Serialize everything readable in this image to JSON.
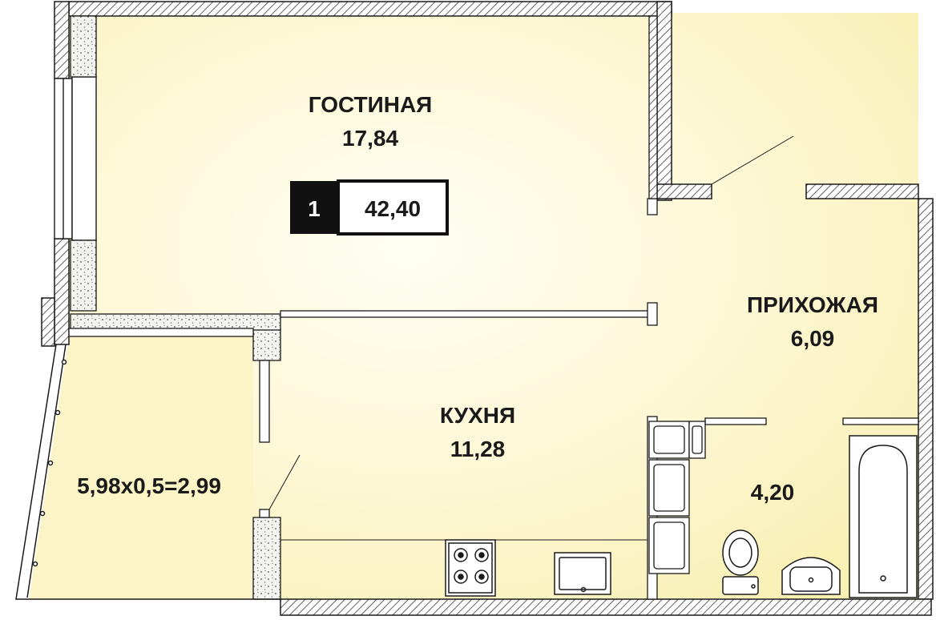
{
  "rooms": {
    "living": {
      "name": "ГОСТИНАЯ",
      "area": "17,84"
    },
    "hall": {
      "name": "ПРИХОЖАЯ",
      "area": "6,09"
    },
    "kitchen": {
      "name": "КУХНЯ",
      "area": "11,28"
    },
    "balcony": {
      "area": "5,98х0,5=2,99"
    },
    "bathroom": {
      "area": "4,20"
    }
  },
  "badge": {
    "rooms": "1",
    "total_area": "42,40"
  },
  "colors": {
    "floor": "#fdf7cc",
    "floor_glow": "#fffef4",
    "wall": "#1a1a1a",
    "badge_dark": "#111111"
  }
}
